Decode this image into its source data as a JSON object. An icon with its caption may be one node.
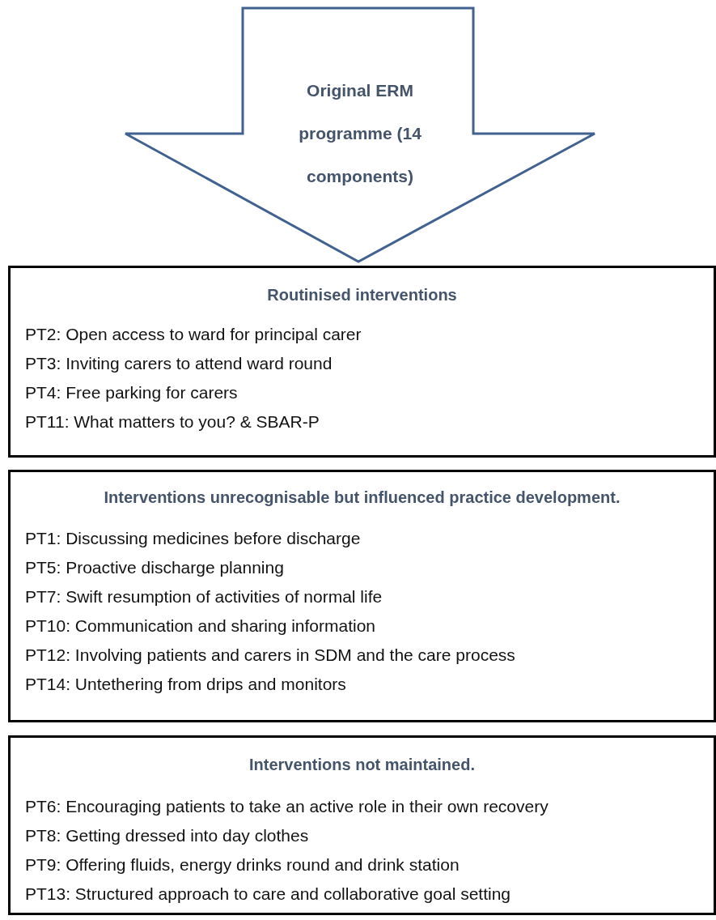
{
  "diagram": {
    "nodes": [
      {
        "text": [
          "Original ERM programme (14 components)"
        ]
      },
      {
        "text": [
          "Routinised interventions",
          "PT2: Open access to ward for principal carer",
          "PT3: Inviting carers to attend ward round",
          "PT4: Free parking for carers",
          "PT11: What matters to you? & SBAR-P"
        ]
      },
      {
        "text": [
          "Interventions unrecognisable but influenced practice development.",
          "PT1: Discussing medicines before discharge",
          "PT5: Proactive discharge planning",
          "PT7: Swift resumption of activities of normal life",
          "PT10: Communication and sharing information",
          "PT12: Involving patients and carers in SDM and the care process",
          "PT14: Untethering from drips and monitors"
        ]
      },
      {
        "text": [
          "Interventions not maintained.",
          "PT6: Encouraging patients to take an active role in their own recovery",
          "PT8: Getting dressed into day clothes",
          "PT9: Offering fluids, energy drinks round and drink station",
          "PT13: Structured approach to care and collaborative goal setting"
        ]
      }
    ]
  }
}
